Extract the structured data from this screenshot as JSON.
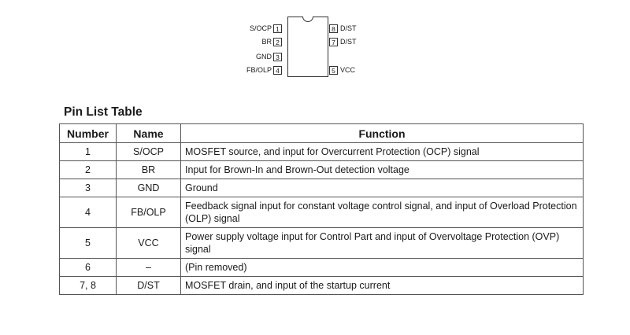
{
  "diagram": {
    "left_pins": [
      {
        "label": "S/OCP",
        "num": "1"
      },
      {
        "label": "BR",
        "num": "2"
      },
      {
        "label": "GND",
        "num": "3"
      },
      {
        "label": "FB/OLP",
        "num": "4"
      }
    ],
    "right_pins": [
      {
        "num": "8",
        "label": "D/ST"
      },
      {
        "num": "7",
        "label": "D/ST"
      },
      {
        "num": "5",
        "label": "VCC"
      }
    ]
  },
  "title": "Pin List Table",
  "table": {
    "headers": [
      "Number",
      "Name",
      "Function"
    ],
    "rows": [
      {
        "number": "1",
        "name": "S/OCP",
        "function": "MOSFET source, and input for Overcurrent Protection (OCP) signal"
      },
      {
        "number": "2",
        "name": "BR",
        "function": "Input for Brown-In and Brown-Out detection voltage"
      },
      {
        "number": "3",
        "name": "GND",
        "function": "Ground"
      },
      {
        "number": "4",
        "name": "FB/OLP",
        "function": "Feedback signal input for constant voltage control signal, and input of Overload Protection (OLP) signal"
      },
      {
        "number": "5",
        "name": "VCC",
        "function": "Power supply voltage input for Control Part and input of Overvoltage Protection (OVP) signal"
      },
      {
        "number": "6",
        "name": "–",
        "function": "(Pin removed)"
      },
      {
        "number": "7, 8",
        "name": "D/ST",
        "function": "MOSFET drain, and input of the startup current"
      }
    ]
  }
}
